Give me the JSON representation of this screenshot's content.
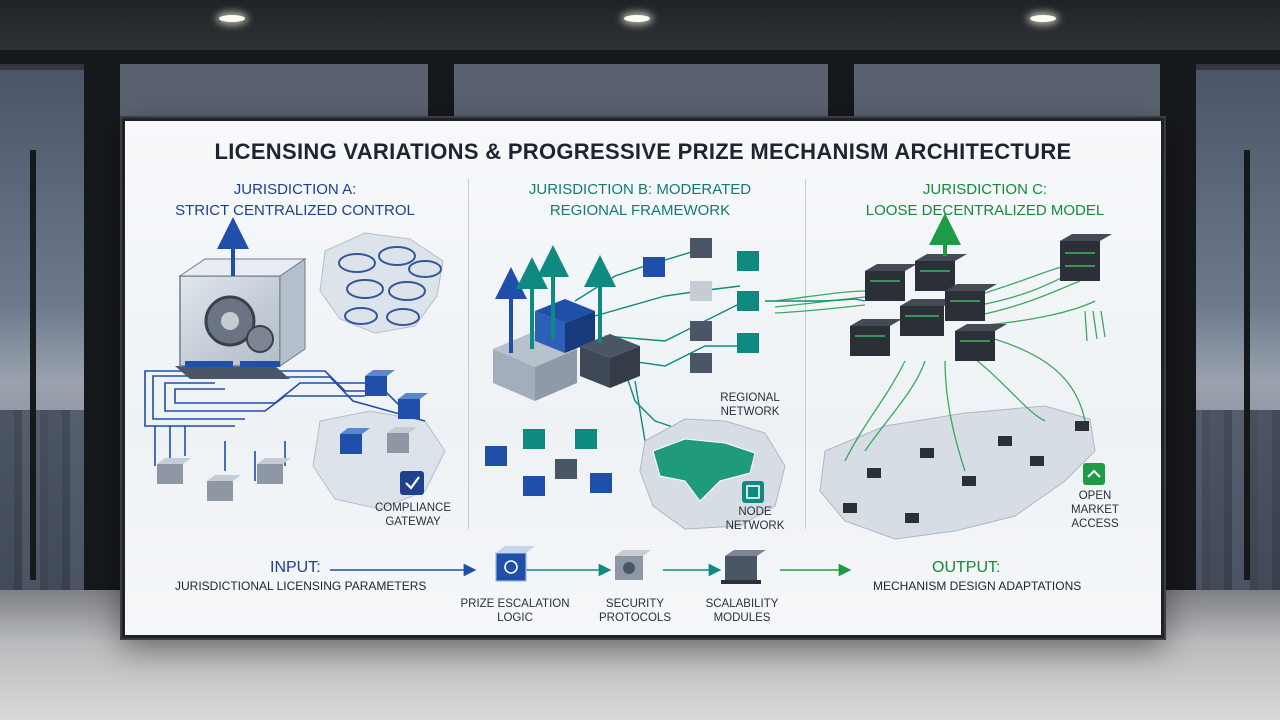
{
  "title": "LICENSING VARIATIONS & PROGRESSIVE PRIZE MECHANISM ARCHITECTURE",
  "jurisdictions": [
    {
      "line1": "JURISDICTION A:",
      "line2": "STRICT CENTRALIZED CONTROL",
      "color": "#1f3f8f"
    },
    {
      "line1": "JURISDICTION B: MODERATED",
      "line2": "REGIONAL FRAMEWORK",
      "color": "#137a73"
    },
    {
      "line1": "JURISDICTION C:",
      "line2": "LOOSE DECENTRALIZED MODEL",
      "color": "#178a3a"
    }
  ],
  "labels": {
    "compliance_1": "COMPLIANCE",
    "compliance_2": "GATEWAY",
    "regional_1": "REGIONAL",
    "regional_2": "NETWORK",
    "node_1": "NODE",
    "node_2": "NETWORK",
    "open_1": "OPEN",
    "open_2": "MARKET",
    "open_3": "ACCESS"
  },
  "flow": {
    "input_head": "INPUT:",
    "input_sub": "JURISDICTIONAL LICENSING PARAMETERS",
    "steps": [
      {
        "line1": "PRIZE ESCALATION",
        "line2": "LOGIC"
      },
      {
        "line1": "SECURITY",
        "line2": "PROTOCOLS"
      },
      {
        "line1": "SCALABILITY",
        "line2": "MODULES"
      }
    ],
    "output_head": "OUTPUT:",
    "output_sub": "MECHANISM DESIGN ADAPTATIONS"
  },
  "colors": {
    "blue": "#1f4fa8",
    "teal": "#0f8a80",
    "green": "#1f9b45",
    "dark": "#2b3038"
  }
}
